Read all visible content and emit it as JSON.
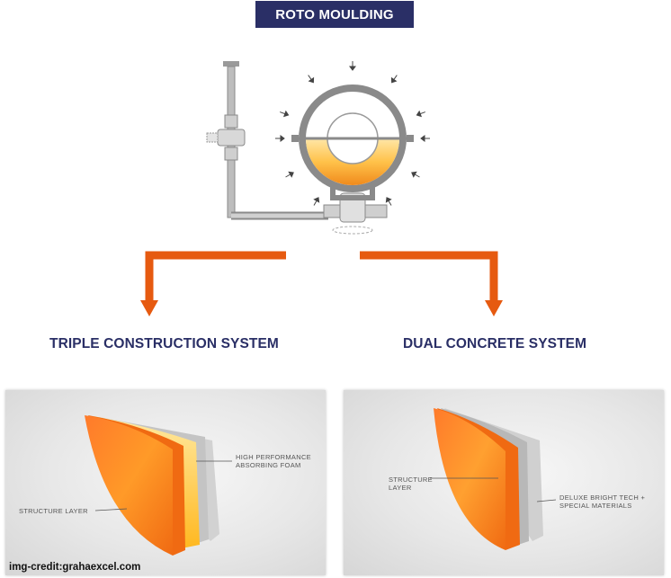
{
  "title": "ROTO MOULDING",
  "left": {
    "heading": "TRIPLE CONSTRUCTION SYSTEM",
    "labels": {
      "foam_line1": "HIGH PERFORMANCE",
      "foam_line2": "ABSORBING FOAM",
      "structure": "STRUCTURE LAYER"
    }
  },
  "right": {
    "heading": "DUAL CONCRETE SYSTEM",
    "labels": {
      "structure_line1": "STRUCTURE",
      "structure_line2": "LAYER",
      "deluxe_line1": "DELUXE BRIGHT TECH +",
      "deluxe_line2": "SPECIAL MATERIALS"
    }
  },
  "credit": "img-credit:grahaexcel.com",
  "colors": {
    "navy": "#2a2f66",
    "arrow_orange": "#e65a10",
    "machine_grey": "#8a8a8a",
    "layer_orange": "#f07a20",
    "layer_yellow": "#ffc640"
  },
  "icons": [
    "heat-arrow-icon",
    "down-arrow-icon"
  ]
}
